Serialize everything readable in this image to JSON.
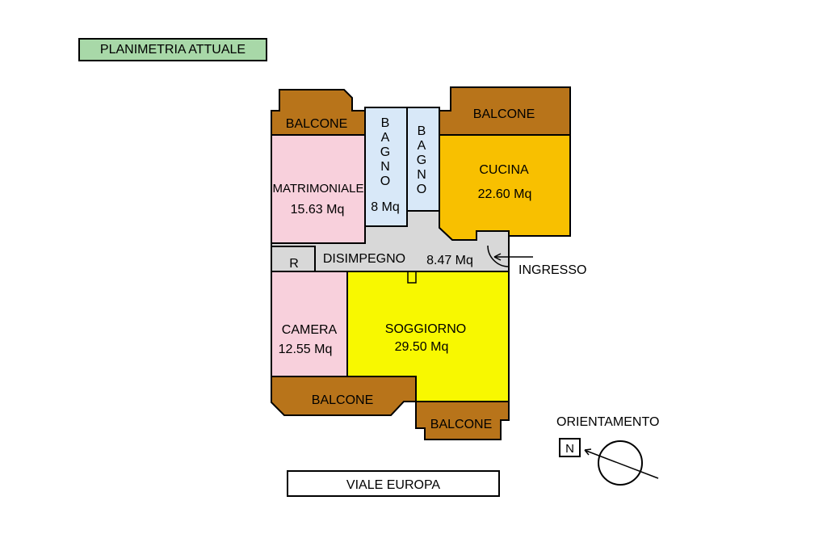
{
  "title": "PLANIMETRIA ATTUALE",
  "street": "VIALE EUROPA",
  "rooms": {
    "balcone_tl": "BALCONE",
    "balcone_tr": "BALCONE",
    "balcone_bl": "BALCONE",
    "balcone_br": "BALCONE",
    "bagno1_letters": [
      "B",
      "A",
      "G",
      "N",
      "O"
    ],
    "bagno1_area": "8 Mq",
    "bagno2_letters": [
      "B",
      "A",
      "G",
      "N",
      "O"
    ],
    "matrimoniale_name": "MATRIMONIALE",
    "matrimoniale_area": "15.63 Mq",
    "cucina_name": "CUCINA",
    "cucina_area": "22.60 Mq",
    "disimpegno_name": "DISIMPEGNO",
    "disimpegno_area": "8.47 Mq",
    "ripostiglio": "R",
    "camera_name": "CAMERA",
    "camera_area": "12.55 Mq",
    "soggiorno_name": "SOGGIORNO",
    "soggiorno_area": "29.50 Mq"
  },
  "ingresso": "INGRESSO",
  "orientation": {
    "label": "ORIENTAMENTO",
    "north": "N"
  },
  "colors": {
    "balcone": "#b8741a",
    "bagno": "#d8e8f8",
    "matrimoniale": "#f8d0dc",
    "camera": "#f8d0dc",
    "cucina": "#f8c000",
    "soggiorno": "#f8f800",
    "disimpegno": "#d8d8d8",
    "title_bg": "#a8d8a8"
  }
}
